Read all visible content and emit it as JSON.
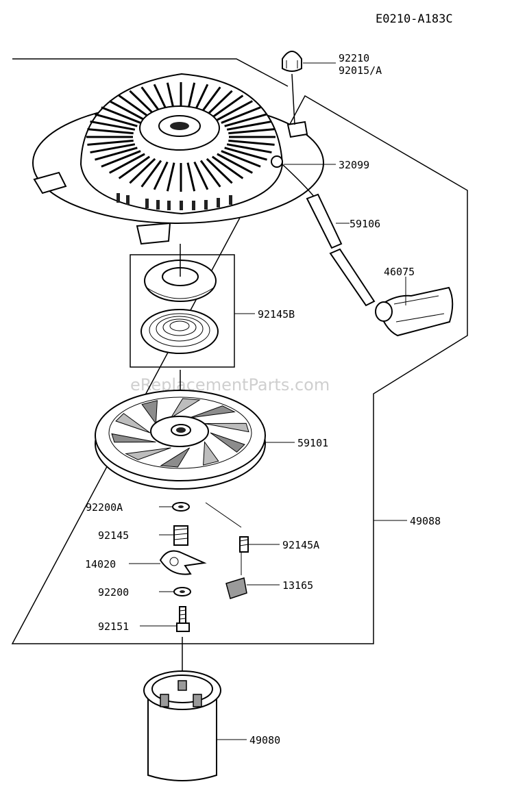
{
  "diagram": {
    "code": "E0210-A183C",
    "watermark": "eReplacementParts.com",
    "callouts": {
      "cap": "92210",
      "cap_alt": "92015/A",
      "housing": "32099",
      "rope": "59106",
      "handle": "46075",
      "spring_assy": "92145B",
      "reel": "59101",
      "starter_assy": "49088",
      "washer_a": "92200A",
      "spring": "92145",
      "ratchet": "14020",
      "washer": "92200",
      "bolt": "92151",
      "spring_a": "92145A",
      "guide": "13165",
      "cup": "49080"
    }
  }
}
